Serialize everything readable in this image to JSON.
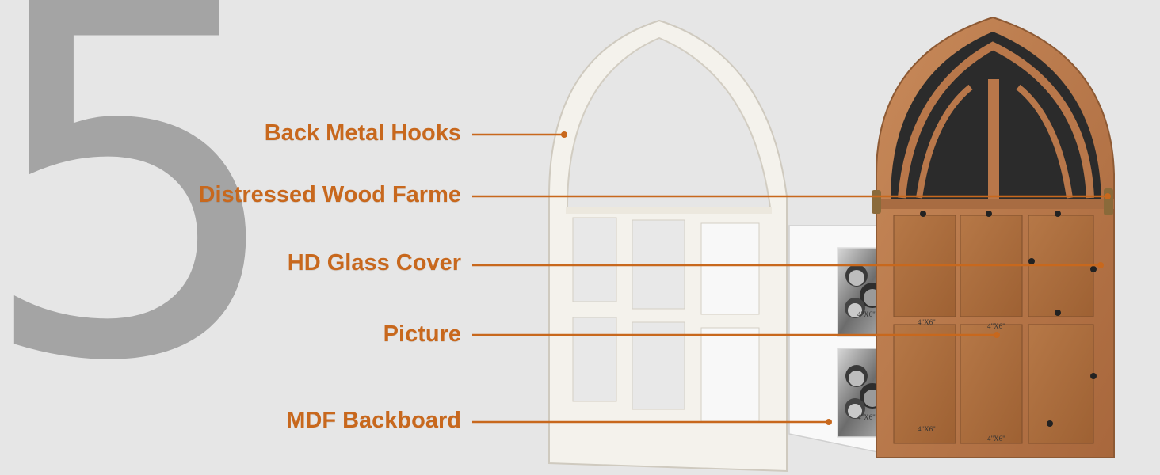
{
  "big_number": "5",
  "callouts": [
    {
      "label": "Back Metal Hooks"
    },
    {
      "label": "Distressed Wood Farme"
    },
    {
      "label": "HD Glass Cover"
    },
    {
      "label": "Picture"
    },
    {
      "label": "MDF Backboard"
    }
  ],
  "photo_size_label": "4\"X6\"",
  "colors": {
    "accent": "#c8681d",
    "background": "#e6e6e6",
    "numeral": "#a4a4a4",
    "white_frame": "#f4f2ec",
    "wood": "#b8774a",
    "metal": "#2a2a2a"
  }
}
